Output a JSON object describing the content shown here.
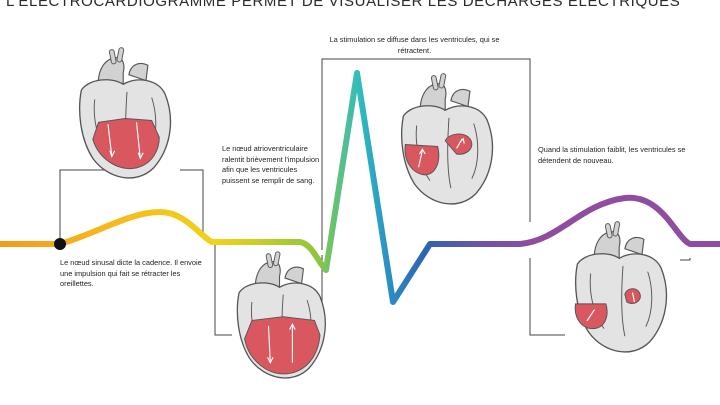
{
  "title": "L'ÉLECTROCARDIOGRAMME PERMET DE VISUALISER LES DÉCHARGES ÉLECTRIQUES",
  "captions": {
    "sinus": "Le nœud sinusal dicte la cadence. Il envoie une impulsion qui fait se rétracter les oreillettes.",
    "av": "Le nœud atrioventriculaire ralentit brièvement l'impulsion afin que les ventricules puissent se remplir de sang.",
    "ventricles": "La stimulation se diffuse dans les ventricules, qui se rétractent.",
    "relax": "Quand la stimulation faiblit, les ventricules se détendent de nouveau."
  },
  "colors": {
    "orange": "#f39a1b",
    "yellow": "#f2cf1a",
    "green": "#8dc63f",
    "teal": "#2fbcbf",
    "blue": "#2d73b9",
    "purple": "#8e4d9e",
    "heart_red": "#d9575f",
    "heart_grey": "#d2d2d2",
    "outline": "#555555"
  }
}
